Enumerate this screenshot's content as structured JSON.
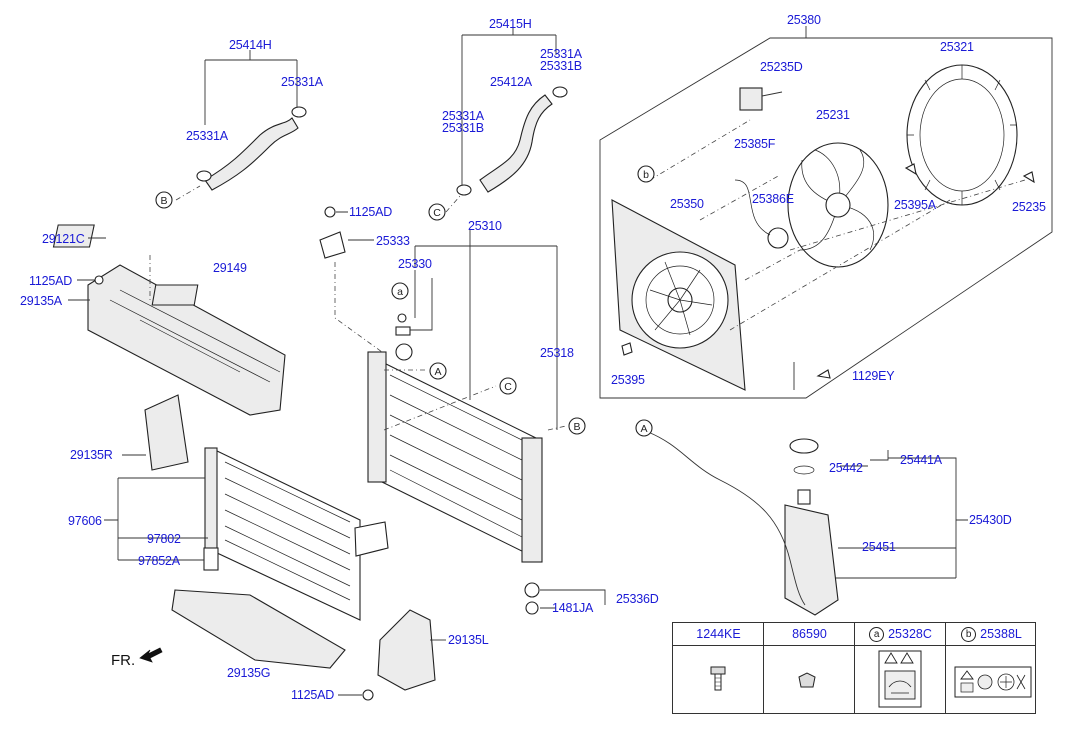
{
  "labels": {
    "p25414H": "25414H",
    "p25331A_top": "25331A",
    "p25331A_left": "25331A",
    "p25415H": "25415H",
    "p25331A_mid": "25331A",
    "p25331B_mid": "25331B",
    "p25412A": "25412A",
    "p25331A_lower": "25331A",
    "p25331B_lower": "25331B",
    "p25380": "25380",
    "p25235D": "25235D",
    "p25321": "25321",
    "p25385F": "25385F",
    "p25231": "25231",
    "p25350": "25350",
    "p25386E": "25386E",
    "p25395A": "25395A",
    "p25235": "25235",
    "p25395": "25395",
    "p1129EY": "1129EY",
    "p1125AD_mid": "1125AD",
    "p25333": "25333",
    "p25310": "25310",
    "p25330": "25330",
    "p25318": "25318",
    "p29121C": "29121C",
    "p29149": "29149",
    "p1125AD_left": "1125AD",
    "p29135A": "29135A",
    "p29135R": "29135R",
    "p97606": "97606",
    "p97802": "97802",
    "p97852A": "97852A",
    "p29135G": "29135G",
    "p29135L": "29135L",
    "p1125AD_bottom": "1125AD",
    "p25336D": "25336D",
    "p1481JA": "1481JA",
    "p25441A": "25441A",
    "p25442": "25442",
    "p25430D": "25430D",
    "p25451": "25451"
  },
  "callouts": {
    "A": "A",
    "B": "B",
    "C": "C",
    "a": "a",
    "b": "b"
  },
  "direction": {
    "text": "FR."
  },
  "table": {
    "col1": "1244KE",
    "col2": "86590",
    "col3_badge": "a",
    "col3": "25328C",
    "col4_badge": "b",
    "col4": "25388L"
  }
}
